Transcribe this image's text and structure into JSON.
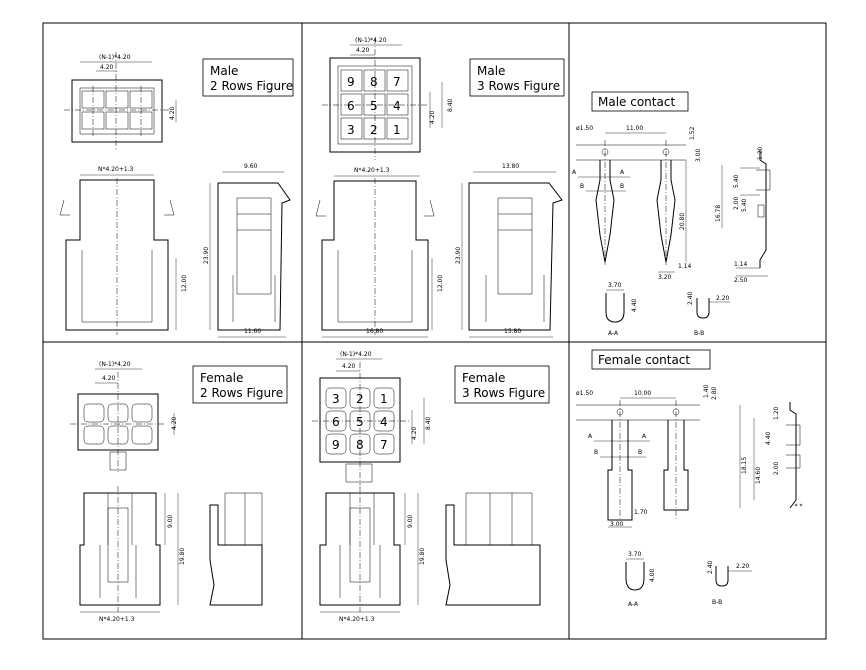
{
  "panels": {
    "male2": {
      "title_line1": "Male",
      "title_line2": "2 Rows Figure"
    },
    "male3": {
      "title_line1": "Male",
      "title_line2": "3 Rows Figure"
    },
    "male_contact": {
      "title": "Male contact"
    },
    "female2": {
      "title_line1": "Female",
      "title_line2": "2 Rows Figure"
    },
    "female3": {
      "title_line1": "Female",
      "title_line2": "3 Rows Figure"
    },
    "female_contact": {
      "title": "Female contact"
    }
  },
  "pin_numbers_male3": [
    "9",
    "8",
    "7",
    "6",
    "5",
    "4",
    "3",
    "2",
    "1"
  ],
  "pin_numbers_female3": [
    "3",
    "2",
    "1",
    "6",
    "5",
    "4",
    "9",
    "8",
    "7"
  ],
  "dims": {
    "pitch_formula": "(N-1)*4.20",
    "pitch": "4.20",
    "width_formula": "N*4.20+1.3",
    "d8_40": "8.40",
    "d9_60": "9.60",
    "d23_90": "23.90",
    "d12_00": "12.00",
    "d11_60": "11.60",
    "d13_80": "13.80",
    "d16_80": "16.80",
    "d15_80": "15.80",
    "d9_00": "9.00",
    "d19_80": "19.80",
    "phi1_50": "ø1.50",
    "d11_00": "11.00",
    "d1_52": "1.52",
    "d3_00": "3.00",
    "d1_20": "1.20",
    "d5_40": "5.40",
    "d2_00": "2.00",
    "d16_78": "16.78",
    "d20_80": "20.80",
    "d1_14": "1.14",
    "d3_20": "3.20",
    "d2_50": "2.50",
    "d3_70": "3.70",
    "d4_40": "4.40",
    "d2_40": "2.40",
    "d2_20": "2.20",
    "d10_00": "10.00",
    "d1_40": "1.40",
    "d2_80": "2.80",
    "d18_15": "18.15",
    "d14_60": "14.60",
    "d1_70": "1.70",
    "d4_00": "4.00",
    "sec_a": "A",
    "sec_b": "B",
    "sec_aa": "A-A",
    "sec_bb": "B-B"
  }
}
